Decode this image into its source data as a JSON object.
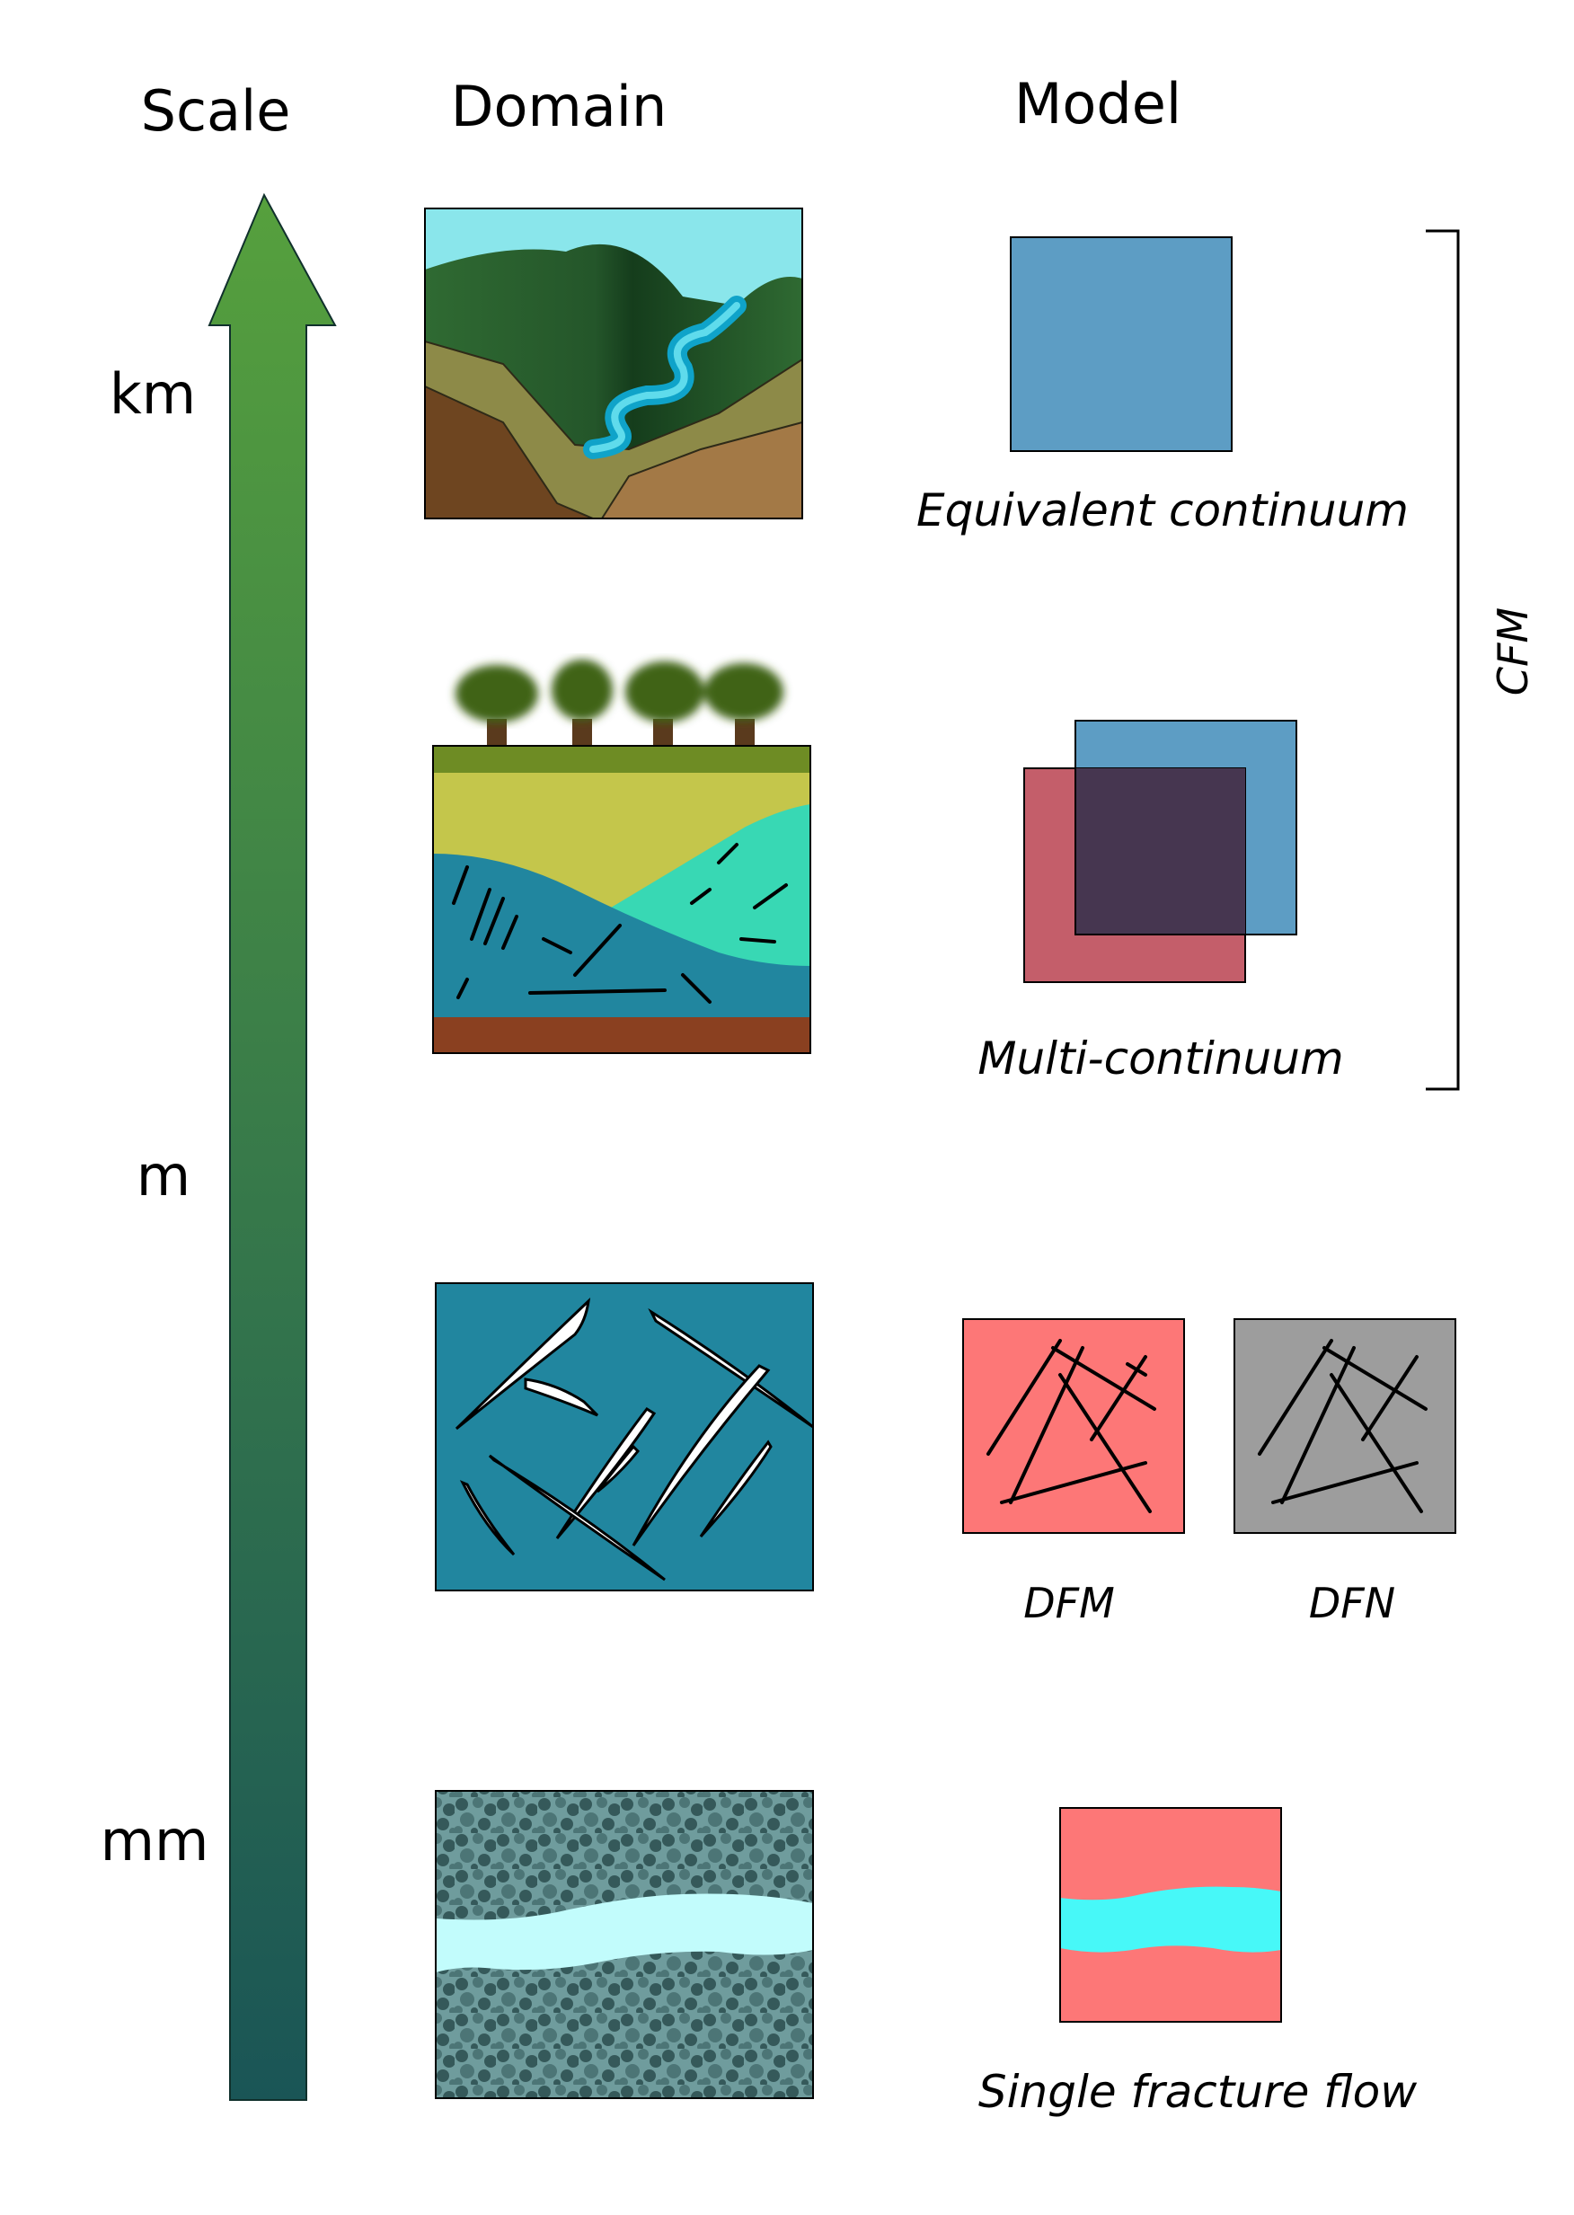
{
  "headers": {
    "scale": "Scale",
    "domain": "Domain",
    "model": "Model"
  },
  "scale_labels": {
    "km": "km",
    "m": "m",
    "mm": "mm"
  },
  "models": {
    "equivalent": "Equivalent continuum",
    "multi": "Multi-continuum",
    "dfm": "DFM",
    "dfn": "DFN",
    "single": "Single fracture flow"
  },
  "bracket_label": "CFM",
  "colors": {
    "arrow_top": "#56a03d",
    "arrow_bottom": "#1a5556",
    "blue_model": "#5d9dc4",
    "red_model": "#c45e6a",
    "overlap_model": "#463650",
    "salmon": "#fd7777",
    "gray_model": "#9d9d9d",
    "teal_domain": "#21869f",
    "cyan_fracture": "#47f8f8"
  }
}
